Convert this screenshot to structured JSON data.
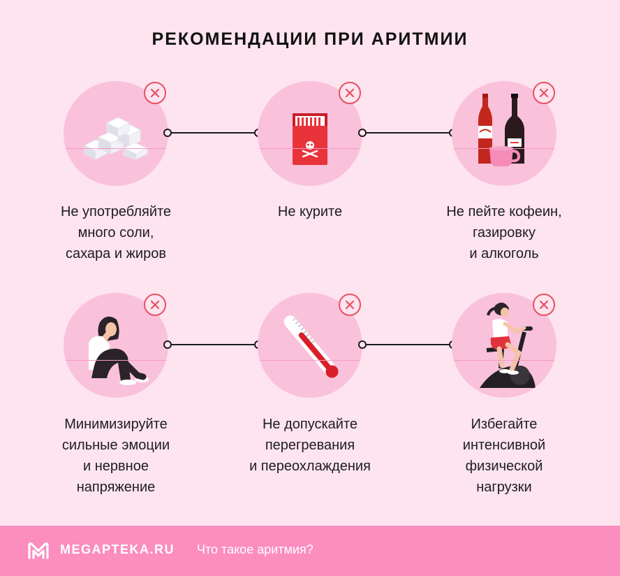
{
  "title": "РЕКОМЕНДАЦИИ ПРИ АРИТМИИ",
  "colors": {
    "background": "#fde4ef",
    "circle": "#fac1db",
    "cross": "#e84f63",
    "footer": "#fb8dbf"
  },
  "items": [
    {
      "icon": "sugar-cubes-icon",
      "lines": [
        "Не употребляйте",
        "много соли,",
        "сахара и жиров"
      ]
    },
    {
      "icon": "cigarette-pack-icon",
      "lines": [
        "Не курите"
      ]
    },
    {
      "icon": "drinks-icon",
      "lines": [
        "Не пейте кофеин,",
        "газировку",
        "и алкоголь"
      ]
    },
    {
      "icon": "stressed-person-icon",
      "lines": [
        "Минимизируйте",
        "сильные эмоции",
        "и нервное",
        "напряжение"
      ]
    },
    {
      "icon": "thermometer-icon",
      "lines": [
        "Не допускайте",
        "перегревания",
        "и переохлаждения"
      ]
    },
    {
      "icon": "exercise-bike-icon",
      "lines": [
        "Избегайте",
        "интенсивной",
        "физической",
        "нагрузки"
      ]
    }
  ],
  "footer": {
    "brand": "MEGAPTEKA.RU",
    "link": "Что такое аритмия?"
  }
}
